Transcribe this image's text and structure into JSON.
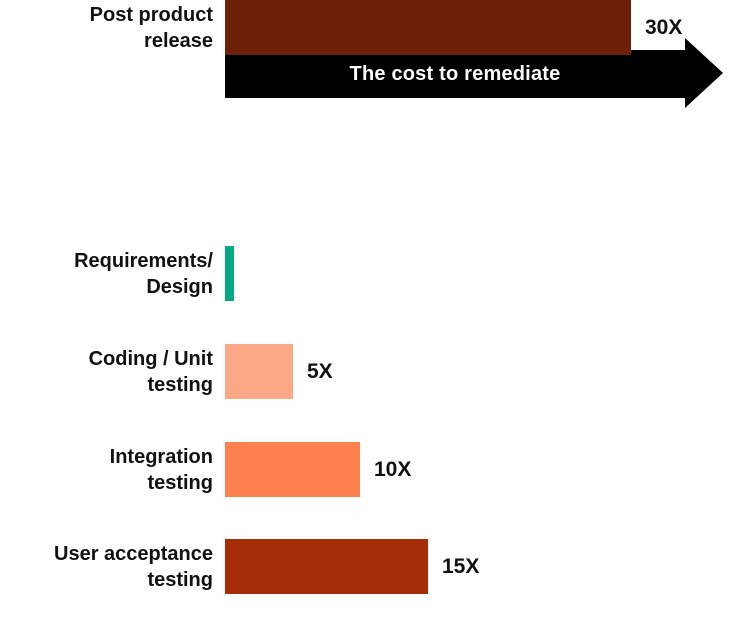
{
  "chart_data": {
    "type": "bar",
    "orientation": "horizontal",
    "title": "The cost to remediate",
    "categories": [
      "Requirements/Design",
      "Coding / Unit testing",
      "Integration testing",
      "User acceptance testing",
      "Post product release"
    ],
    "values": [
      1,
      5,
      10,
      15,
      30
    ],
    "value_suffix": "X",
    "xlim": [
      0,
      30
    ],
    "axes_visible": false,
    "grid": false,
    "legend": "none",
    "arrow_color": "#000000",
    "title_text_color": "#FFFFFF",
    "label_text_color": "#111111",
    "rows": [
      {
        "category": "Requirements/Design",
        "label_lines": [
          "Requirements/",
          "Design"
        ],
        "value": 1,
        "value_label": "",
        "color": "#00AB84"
      },
      {
        "category": "Coding / Unit testing",
        "label_lines": [
          "Coding / Unit",
          "testing"
        ],
        "value": 5,
        "value_label": "5X",
        "color": "#FCA786"
      },
      {
        "category": "Integration testing",
        "label_lines": [
          "Integration",
          "testing"
        ],
        "value": 10,
        "value_label": "10X",
        "color": "#FC814E"
      },
      {
        "category": "User acceptance testing",
        "label_lines": [
          "User acceptance",
          "testing"
        ],
        "value": 15,
        "value_label": "15X",
        "color": "#A62D08"
      },
      {
        "category": "Post product release",
        "label_lines": [
          "Post product",
          "release"
        ],
        "value": 30,
        "value_label": "30X",
        "color": "#6B2007"
      }
    ]
  }
}
